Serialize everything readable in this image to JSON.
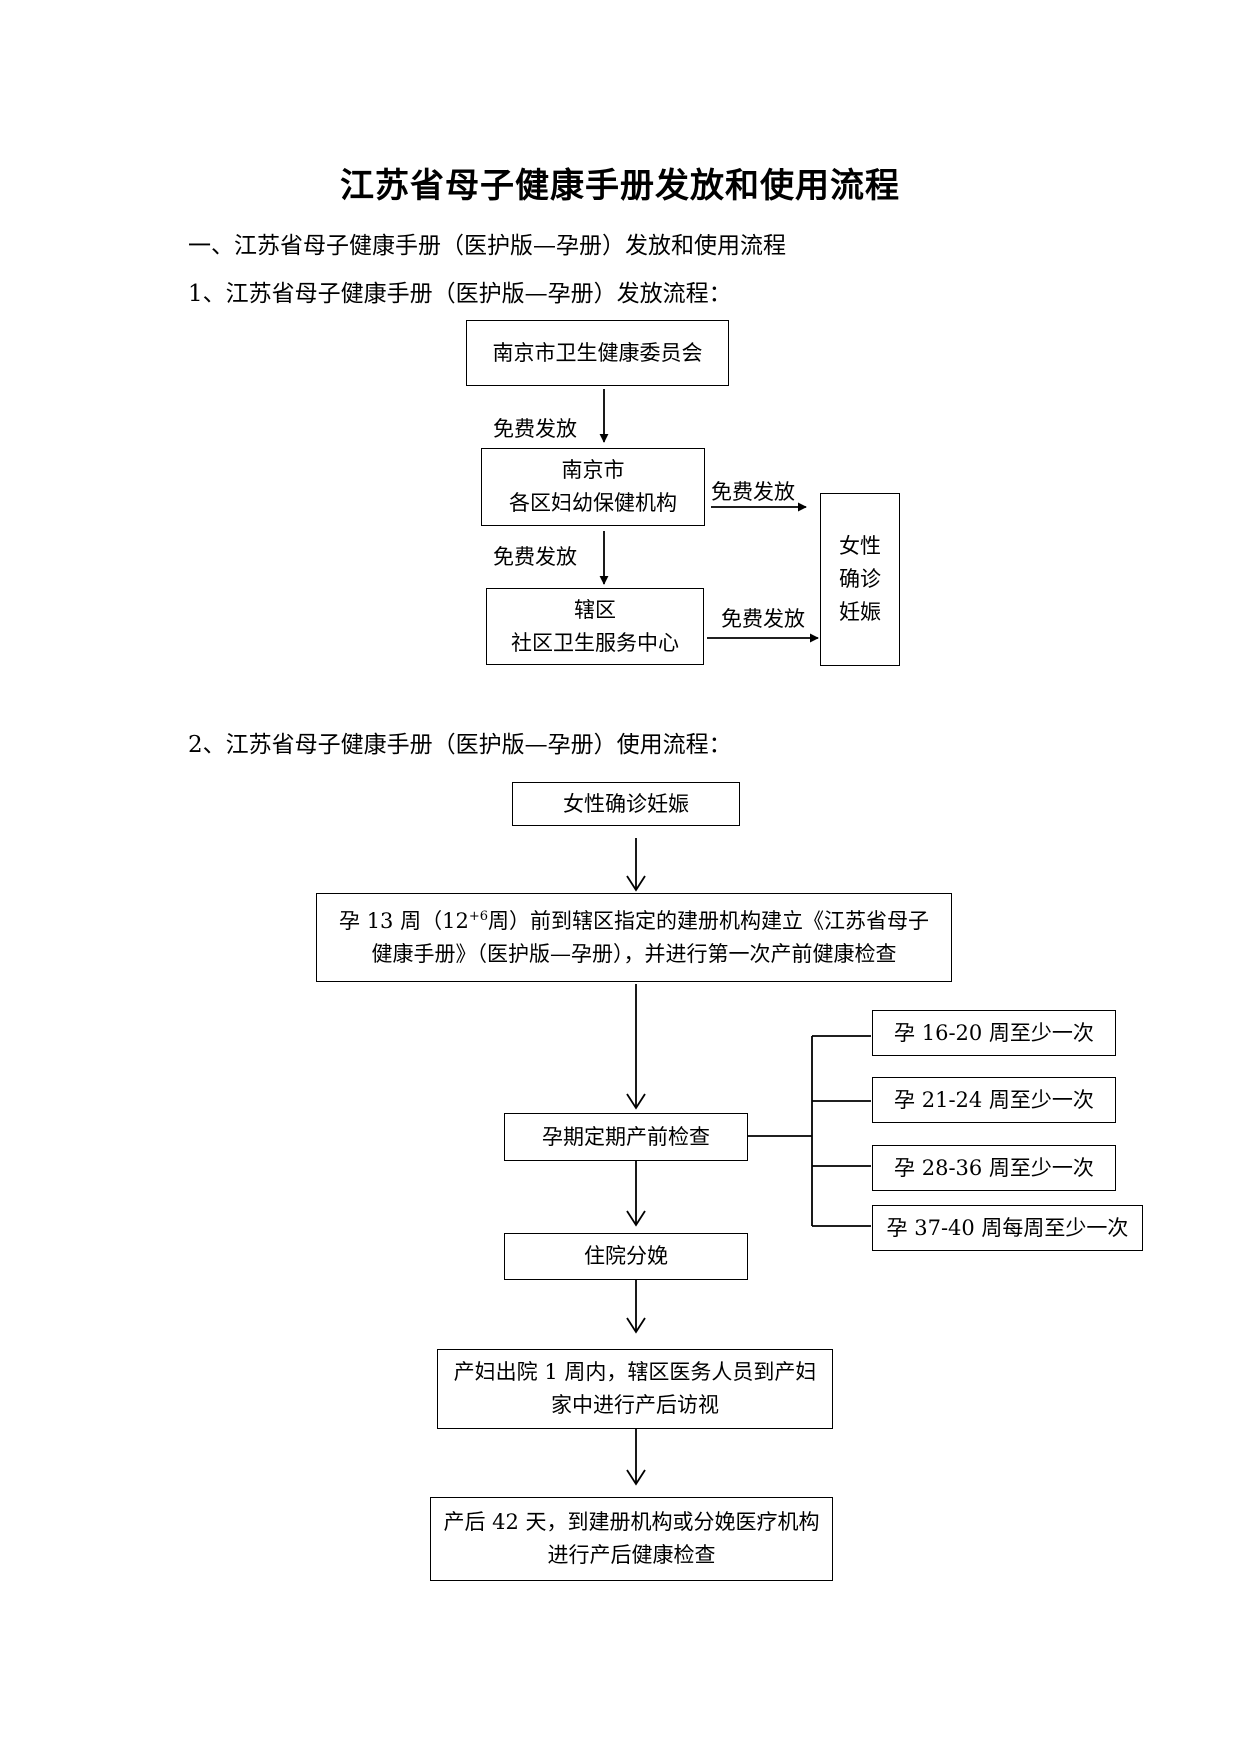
{
  "document": {
    "title": "江苏省母子健康手册发放和使用流程",
    "section1": "一、江苏省母子健康手册（医护版—孕册）发放和使用流程",
    "part1_heading": "1、江苏省母子健康手册（医护版—孕册）发放流程：",
    "part2_heading": "2、江苏省母子健康手册（医护版—孕册）使用流程："
  },
  "distribution_flow": {
    "commission": "南京市卫生健康委员会",
    "district_line1": "南京市",
    "district_line2": "各区妇幼保健机构",
    "community_line1": "辖区",
    "community_line2": "社区卫生服务中心",
    "woman_line1": "女性",
    "woman_line2": "确诊",
    "woman_line3": "妊娠",
    "edge_free_1": "免费发放",
    "edge_free_2": "免费发放",
    "edge_free_3": "免费发放",
    "edge_free_4": "免费发放"
  },
  "usage_flow": {
    "confirm": "女性确诊妊娠",
    "register_a": "孕 13 周（12",
    "register_sup": "+6",
    "register_b": "周）前到辖区指定的建册机构建立《江苏省母子",
    "register_line2": "健康手册》（医护版—孕册），并进行第一次产前健康检查",
    "prenatal": "孕期定期产前检查",
    "visits": [
      "孕 16-20 周至少一次",
      "孕 21-24 周至少一次",
      "孕 28-36 周至少一次",
      "孕 37-40 周每周至少一次"
    ],
    "delivery": "住院分娩",
    "postnatal_visit_line1": "产妇出院 1 周内，辖区医务人员到产妇",
    "postnatal_visit_line2": "家中进行产后访视",
    "postnatal_check_line1": "产后 42 天，到建册机构或分娩医疗机构",
    "postnatal_check_line2": "进行产后健康检查"
  }
}
